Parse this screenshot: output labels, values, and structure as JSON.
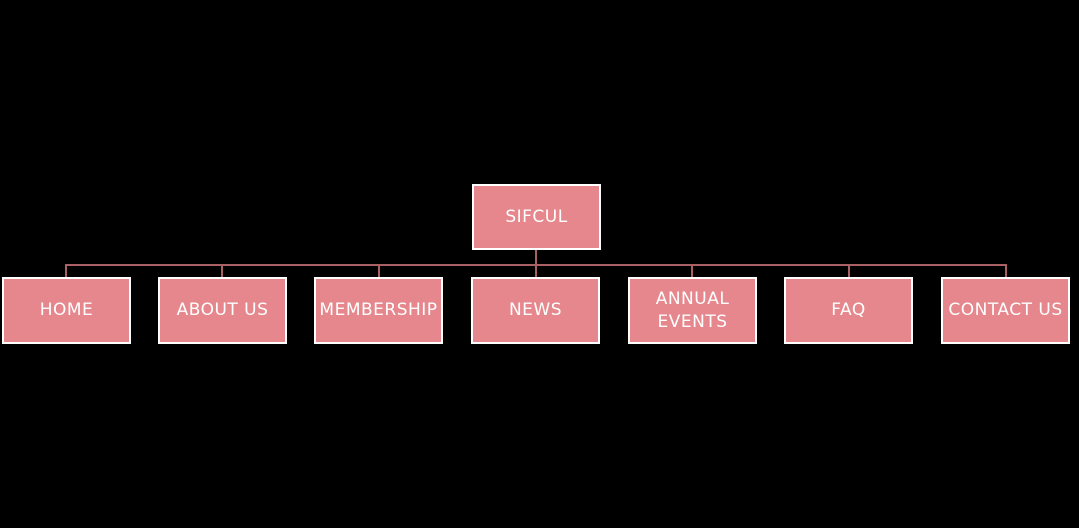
{
  "diagram": {
    "type": "sitemap-tree",
    "background_color": "#000000",
    "node_fill_color": "#e5878c",
    "node_border_color": "#ffffff",
    "node_text_color": "#ffffff",
    "connector_color": "#aa6165",
    "root": {
      "label": "SIFCUL"
    },
    "children": [
      {
        "label": "HOME"
      },
      {
        "label": "ABOUT US"
      },
      {
        "label": "MEMBERSHIP"
      },
      {
        "label": "NEWS"
      },
      {
        "label": "ANNUAL EVENTS"
      },
      {
        "label": "FAQ"
      },
      {
        "label": "CONTACT US"
      }
    ]
  }
}
